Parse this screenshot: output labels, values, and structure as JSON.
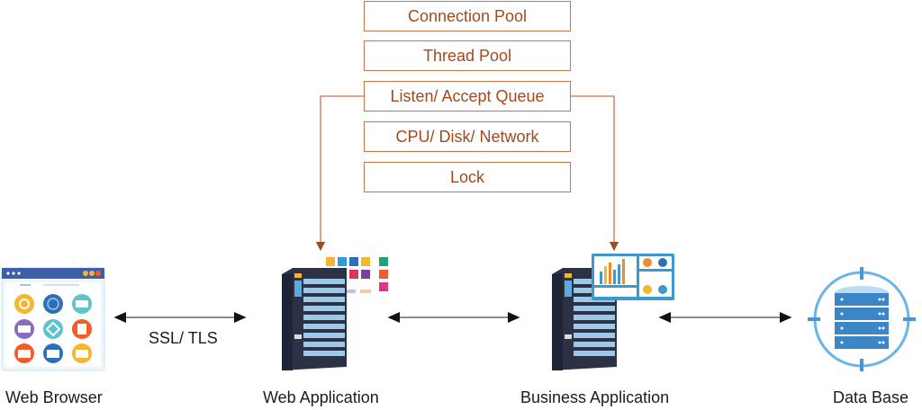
{
  "resource_stack": [
    {
      "label": "Connection Pool"
    },
    {
      "label": "Thread Pool"
    },
    {
      "label": "Listen/ Accept Queue"
    },
    {
      "label": "CPU/ Disk/ Network"
    },
    {
      "label": "Lock"
    }
  ],
  "nodes": {
    "web_browser": {
      "label": "Web Browser"
    },
    "web_application": {
      "label": "Web Application"
    },
    "business_application": {
      "label": "Business Application"
    },
    "database": {
      "label": "Data Base"
    }
  },
  "connections": {
    "browser_to_webapp": {
      "label": "SSL/ TLS"
    }
  },
  "colors": {
    "resource_border": "#c8744a",
    "resource_text": "#a24a1c",
    "arrow": "#555555",
    "server_body": "#2b3245",
    "database_blue": "#3d86c6"
  }
}
